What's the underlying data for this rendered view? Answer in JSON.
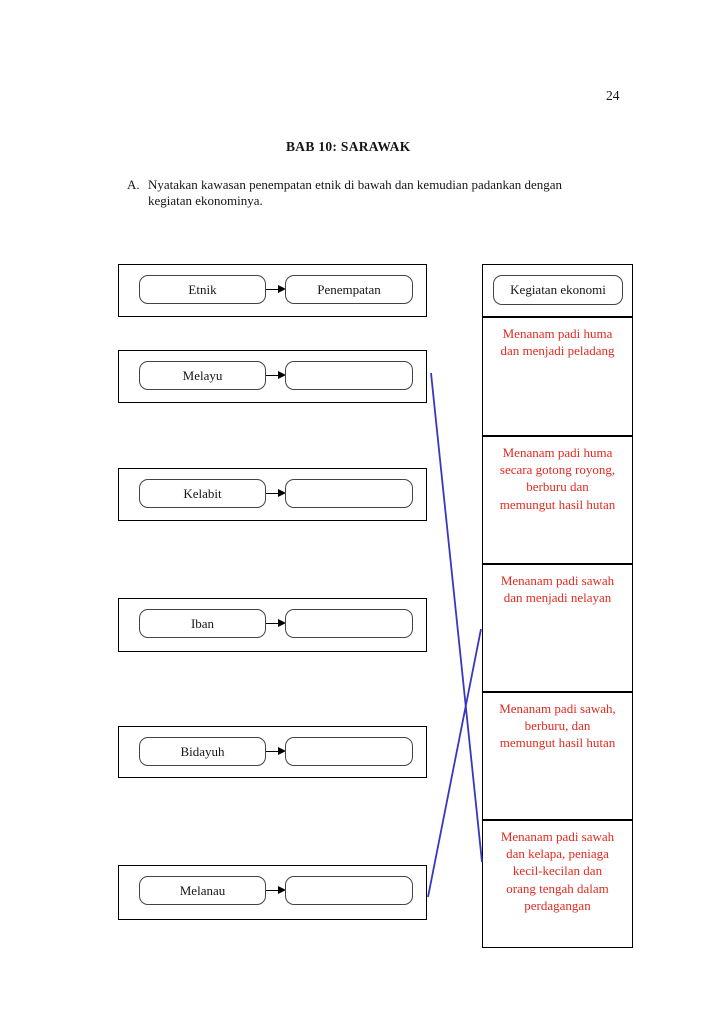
{
  "page": {
    "number": "24",
    "title": "BAB 10: SARAWAK"
  },
  "instruction": {
    "label": "A.",
    "text": "Nyatakan kawasan penempatan etnik di bawah dan kemudian padankan dengan\nkegiatan ekonominya."
  },
  "matching": {
    "left_header": {
      "etnik": "Etnik",
      "penempatan": "Penempatan"
    },
    "right_header": "Kegiatan ekonomi",
    "ethnic_rows": [
      {
        "label": "Melayu"
      },
      {
        "label": "Kelabit"
      },
      {
        "label": "Iban"
      },
      {
        "label": "Bidayuh"
      },
      {
        "label": "Melanau"
      }
    ],
    "activities": [
      {
        "text": "Menanam padi huma\ndan menjadi peladang"
      },
      {
        "text": "Menanam padi huma\nsecara gotong royong,\nberburu dan\nmemungut hasil hutan"
      },
      {
        "text": "Menanam padi sawah\ndan menjadi nelayan"
      },
      {
        "text": "Menanam padi sawah,\nberburu, dan\nmemungut hasil hutan"
      },
      {
        "text": "Menanam padi sawah\ndan kelapa, peniaga\nkecil-kecilan dan\norang tengah dalam\nperdagangan"
      }
    ],
    "drawn_connections": [
      {
        "from_ethnic": "Melayu",
        "to_activity": "Menanam padi sawah dan kelapa, peniaga kecil-kecilan dan orang tengah dalam perdagangan"
      },
      {
        "from_activity": "Menanam padi sawah dan menjadi nelayan",
        "to_ethnic": "Melanau"
      }
    ]
  },
  "colors": {
    "activity_text": "#e02b20",
    "connection_line": "#3838bf",
    "ink": "#151515"
  }
}
